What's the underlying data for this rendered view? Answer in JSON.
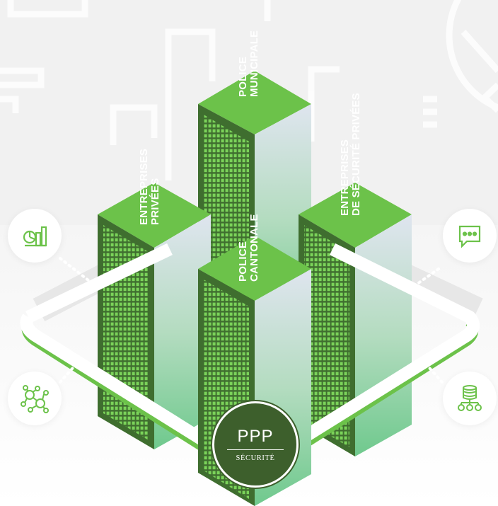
{
  "buildings": {
    "private_companies": "ENTREPRISES\nPRIVÉES",
    "municipal_police": "POLICE\nMUNICIPALE",
    "cantonal_police": "POLICE\nCANTONALE",
    "private_security": "ENTREPRISES\nDE SÉCURITÉ PRIVÉES"
  },
  "badge": {
    "title": "PPP",
    "subtitle": "SÉCURITÉ"
  },
  "icons": [
    "chart-icon",
    "chat-icon",
    "network-icon",
    "database-users-icon"
  ],
  "colors": {
    "green": "#6cc24a",
    "dark_green": "#3d5f2c",
    "light_bg": "#f1f1f1"
  }
}
